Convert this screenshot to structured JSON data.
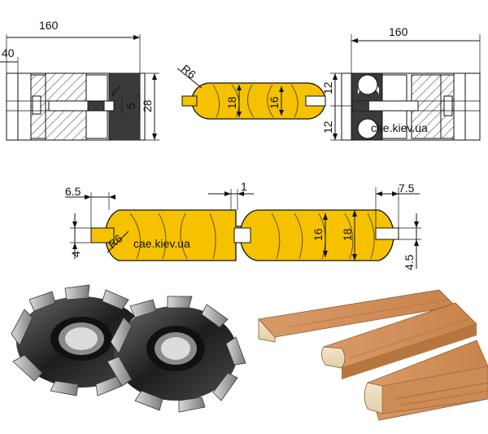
{
  "watermark": "cae.kiev.ua",
  "top_left": {
    "width_label": "160",
    "offset_label": "40",
    "slot_label": "5",
    "height_label": "28"
  },
  "top_center": {
    "radius_label": "R6",
    "thickness_a_label": "18",
    "thickness_b_label": "16"
  },
  "top_right": {
    "width_label": "160",
    "upper_label": "12",
    "lower_label": "12"
  },
  "middle": {
    "left_depth_label": "6.5",
    "gap_label": "1",
    "right_depth_label": "7.5",
    "tongue_label": "4",
    "groove_label": "4.5",
    "radius_label": "R6",
    "thickness_a_label": "16",
    "thickness_b_label": "18"
  },
  "colors": {
    "wood": "#f6c200",
    "hatch": "#555555",
    "dark_insert": "#3a3a3a",
    "steel": "#bdbdbd"
  }
}
